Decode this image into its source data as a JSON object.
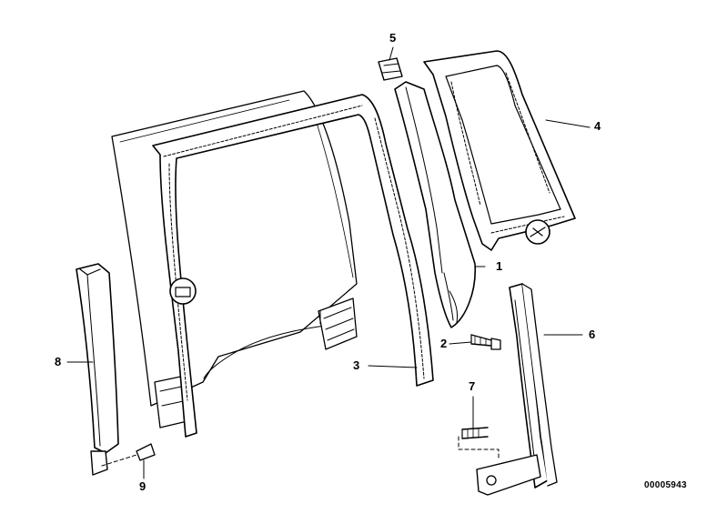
{
  "callouts": {
    "c1": "1",
    "c2": "2",
    "c3": "3",
    "c4": "4",
    "c5": "5",
    "c6": "6",
    "c7": "7",
    "c8": "8",
    "c9": "9"
  },
  "catalog_number": "00005943"
}
